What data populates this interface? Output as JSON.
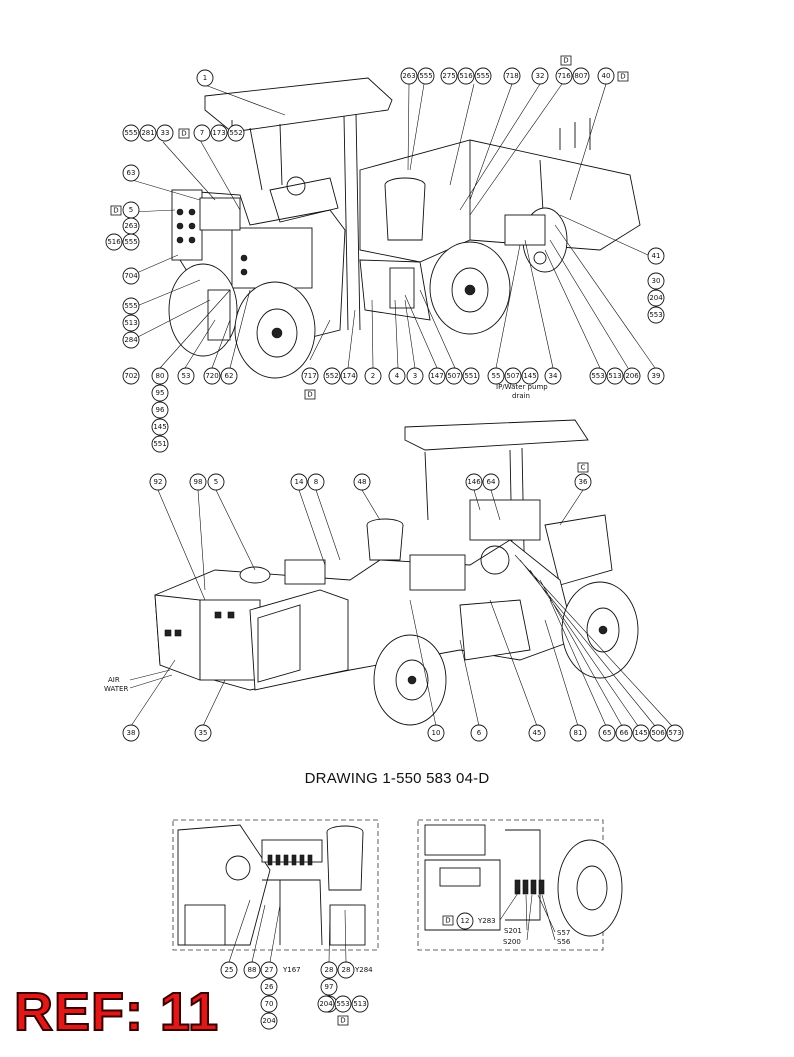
{
  "drawing_title": "DRAWING 1-550 583 04-D",
  "ref_label": "REF: 11",
  "ref_color": "#e01818",
  "top_view": {
    "callouts": [
      "1",
      "263",
      "555",
      "275",
      "516",
      "555",
      "718",
      "32",
      "716",
      "807",
      "40",
      "555",
      "281",
      "33",
      "7",
      "173",
      "552",
      "63",
      "5",
      "263",
      "516",
      "555",
      "704",
      "555",
      "513",
      "284",
      "702",
      "80",
      "95",
      "96",
      "145",
      "551",
      "53",
      "720",
      "62",
      "717",
      "552",
      "174",
      "2",
      "4",
      "3",
      "147",
      "507",
      "551",
      "55",
      "507",
      "145",
      "34",
      "553",
      "513",
      "206",
      "39",
      "41",
      "30",
      "204",
      "553"
    ],
    "box_labels": [
      "D",
      "D",
      "D",
      "D",
      "D"
    ],
    "notes": [
      "IP/Water pump",
      "drain"
    ]
  },
  "middle_view": {
    "callouts": [
      "92",
      "98",
      "5",
      "14",
      "8",
      "48",
      "146",
      "64",
      "36",
      "38",
      "35",
      "10",
      "6",
      "45",
      "81",
      "65",
      "66",
      "145",
      "506",
      "573"
    ],
    "box_labels": [
      "C"
    ],
    "side_labels": [
      "AIR",
      "WATER"
    ]
  },
  "detail_left": {
    "callouts": [
      "25",
      "88",
      "27",
      "28",
      "26",
      "70",
      "204",
      "28",
      "97",
      "29",
      "204",
      "553",
      "513"
    ],
    "labels": [
      "Y167",
      "Y284"
    ],
    "box_labels": [
      "D"
    ]
  },
  "detail_right": {
    "callouts": [
      "12"
    ],
    "labels": [
      "Y283",
      "S201",
      "S200",
      "S57",
      "S56"
    ],
    "box_labels": [
      "D"
    ]
  }
}
